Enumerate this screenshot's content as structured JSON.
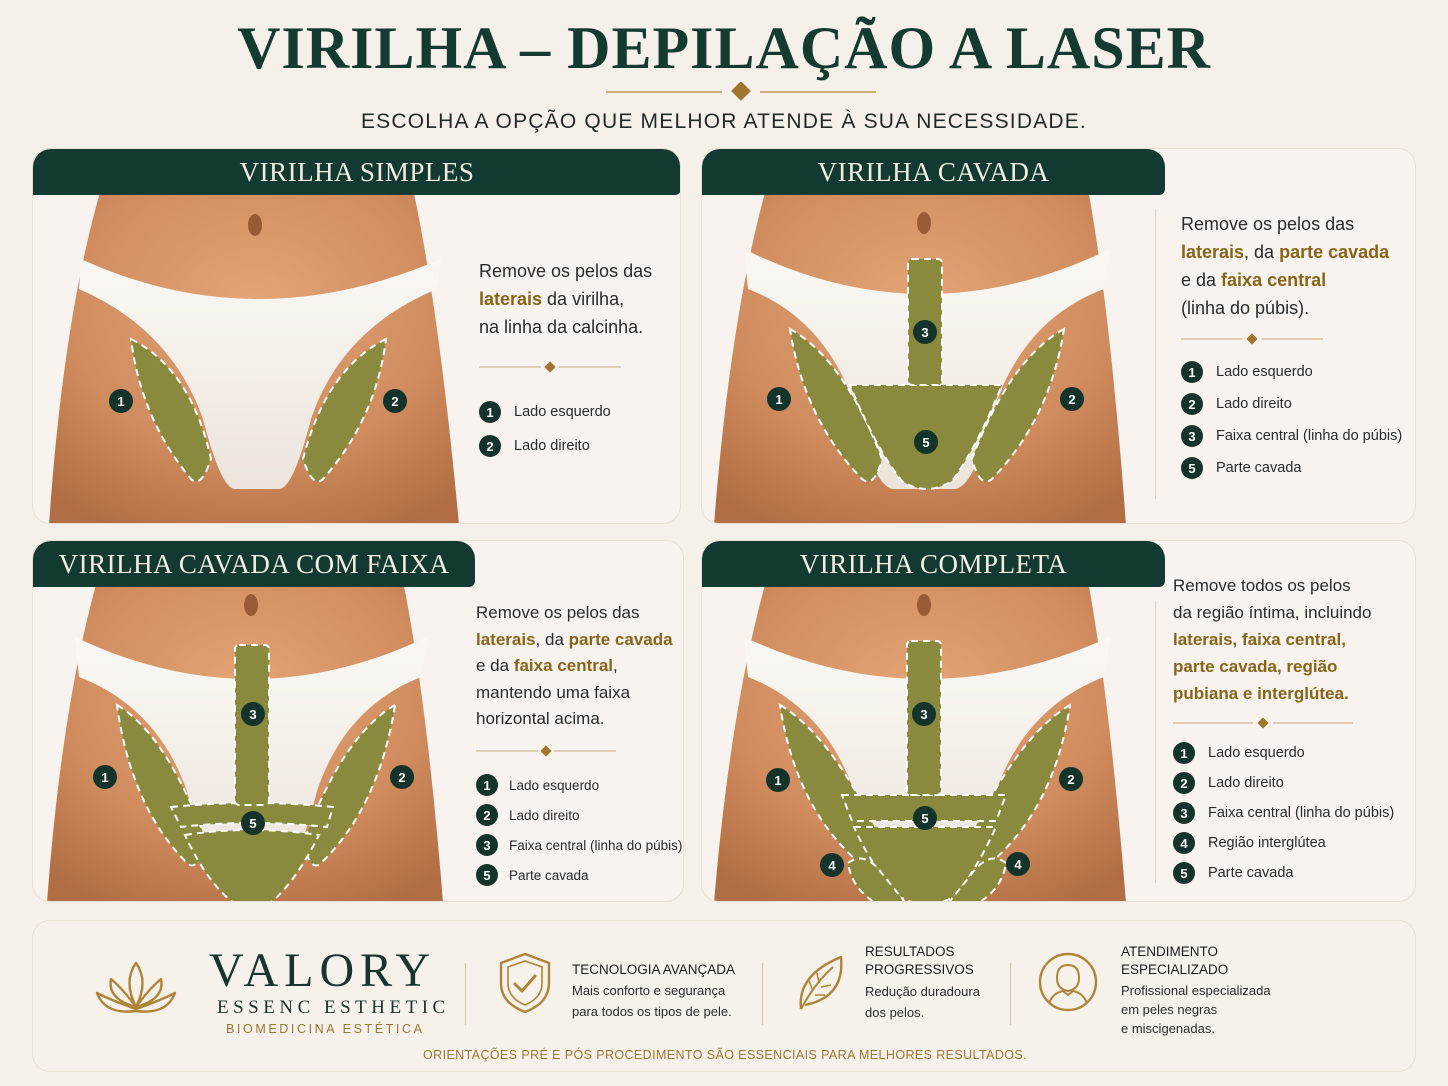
{
  "header": {
    "title": "VIRILHA – DEPILAÇÃO A LASER",
    "subtitle": "ESCOLHA A OPÇÃO QUE MELHOR ATENDE À SUA NECESSIDADE."
  },
  "colors": {
    "dark_green": "#133a30",
    "gold": "#a0762f",
    "highlight": "#8a6418",
    "treated_area": "#8a8a3e",
    "background": "#f6f0ea"
  },
  "cards": [
    {
      "title": "VIRILHA SIMPLES",
      "desc": [
        {
          "text": "Remove os pelos das",
          "hl": false
        },
        {
          "text": "laterais",
          "hl": true
        },
        {
          "text": " da virilha,",
          "hl": false
        },
        {
          "text": "na linha da calcinha.",
          "hl": false
        }
      ],
      "legend": [
        {
          "n": "1",
          "label": "Lado esquerdo"
        },
        {
          "n": "2",
          "label": "Lado direito"
        }
      ]
    },
    {
      "title": "VIRILHA CAVADA",
      "desc": [
        {
          "text": "Remove os pelos das",
          "hl": false
        },
        {
          "text": "laterais",
          "hl": true
        },
        {
          "text": ", da ",
          "hl": false
        },
        {
          "text": "parte cavada",
          "hl": true
        },
        {
          "text": "e da ",
          "hl": false
        },
        {
          "text": "faixa central",
          "hl": true
        },
        {
          "text": "(linha do púbis).",
          "hl": false
        }
      ],
      "legend": [
        {
          "n": "1",
          "label": "Lado esquerdo"
        },
        {
          "n": "2",
          "label": "Lado direito"
        },
        {
          "n": "3",
          "label": "Faixa central (linha do púbis)"
        },
        {
          "n": "5",
          "label": "Parte cavada"
        }
      ]
    },
    {
      "title": "VIRILHA CAVADA COM FAIXA",
      "desc": [
        {
          "text": "Remove os pelos das",
          "hl": false
        },
        {
          "text": "laterais",
          "hl": true
        },
        {
          "text": ", da ",
          "hl": false
        },
        {
          "text": "parte cavada",
          "hl": true
        },
        {
          "text": "e da ",
          "hl": false
        },
        {
          "text": "faixa central",
          "hl": true
        },
        {
          "text": ",",
          "hl": false
        },
        {
          "text": "mantendo uma faixa",
          "hl": false
        },
        {
          "text": "horizontal acima.",
          "hl": false
        }
      ],
      "legend": [
        {
          "n": "1",
          "label": "Lado esquerdo"
        },
        {
          "n": "2",
          "label": "Lado direito"
        },
        {
          "n": "3",
          "label": "Faixa central (linha do púbis)"
        },
        {
          "n": "5",
          "label": "Parte cavada"
        }
      ]
    },
    {
      "title": "VIRILHA COMPLETA",
      "desc": [
        {
          "text": "Remove todos os pelos",
          "hl": false
        },
        {
          "text": "da região íntima, incluindo",
          "hl": false
        },
        {
          "text": "laterais, faixa central,",
          "hl": true
        },
        {
          "text": "parte cavada, região",
          "hl": true
        },
        {
          "text": "pubiana e interglútea.",
          "hl": true
        }
      ],
      "legend": [
        {
          "n": "1",
          "label": "Lado esquerdo"
        },
        {
          "n": "2",
          "label": "Lado direito"
        },
        {
          "n": "3",
          "label": "Faixa central (linha do púbis)"
        },
        {
          "n": "4",
          "label": "Região interglútea"
        },
        {
          "n": "5",
          "label": "Parte cavada"
        }
      ]
    }
  ],
  "brand": {
    "name": "VALORY",
    "sub": "ESSENC ESTHETIC",
    "tag": "BIOMEDICINA ESTÉTICA",
    "logo_icon": "lotus-icon"
  },
  "features": [
    {
      "icon": "shield-check-icon",
      "title": [
        "TECNOLOGIA AVANÇADA"
      ],
      "text": [
        "Mais conforto e segurança",
        "para todos os tipos de pele."
      ]
    },
    {
      "icon": "leaf-icon",
      "title": [
        "RESULTADOS",
        "PROGRESSIVOS"
      ],
      "text": [
        "Redução duradoura",
        "dos pelos."
      ]
    },
    {
      "icon": "person-icon",
      "title": [
        "ATENDIMENTO",
        "ESPECIALIZADO"
      ],
      "text": [
        "Profissional especializada",
        "em peles negras",
        "e miscigenadas."
      ]
    }
  ],
  "footer_note": "ORIENTAÇÕES PRÉ E PÓS PROCEDIMENTO SÃO ESSENCIAIS PARA MELHORES RESULTADOS."
}
